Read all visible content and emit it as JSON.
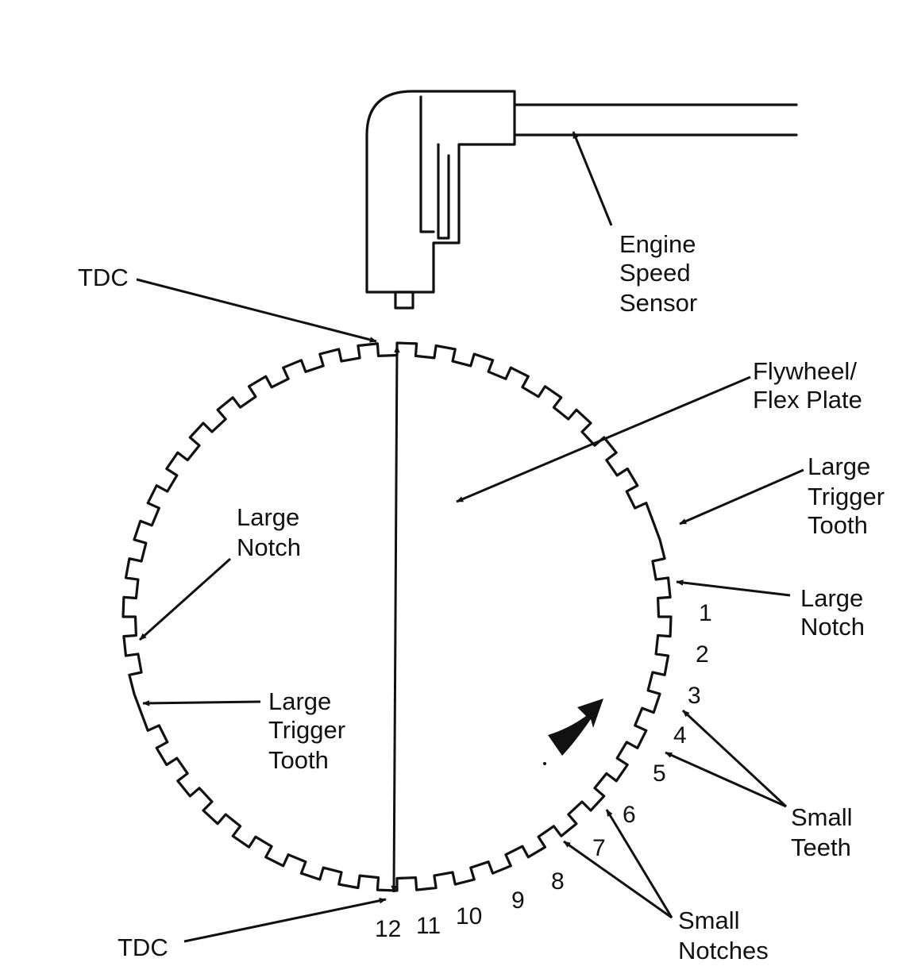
{
  "labels": {
    "tdc_top": "TDC",
    "tdc_bottom": "TDC",
    "sensor_line1": "Engine",
    "sensor_line2": "Speed",
    "sensor_line3": "Sensor",
    "flywheel_line1": "Flywheel/",
    "flywheel_line2": "Flex Plate",
    "trigger_right_line1": "Large",
    "trigger_right_line2": "Trigger",
    "trigger_right_line3": "Tooth",
    "notch_right_line1": "Large",
    "notch_right_line2": "Notch",
    "notch_left_line1": "Large",
    "notch_left_line2": "Notch",
    "trigger_left_line1": "Large",
    "trigger_left_line2": "Trigger",
    "trigger_left_line3": "Tooth",
    "teeth_line1": "Small",
    "teeth_line2": "Teeth",
    "notches_line1": "Small",
    "notches_line2": "Notches"
  },
  "tooth_numbers": [
    "1",
    "2",
    "3",
    "4",
    "5",
    "6",
    "7",
    "8",
    "9",
    "10",
    "11",
    "12"
  ],
  "icons": [
    "speed-sensor-icon",
    "rotation-arrow-icon"
  ]
}
